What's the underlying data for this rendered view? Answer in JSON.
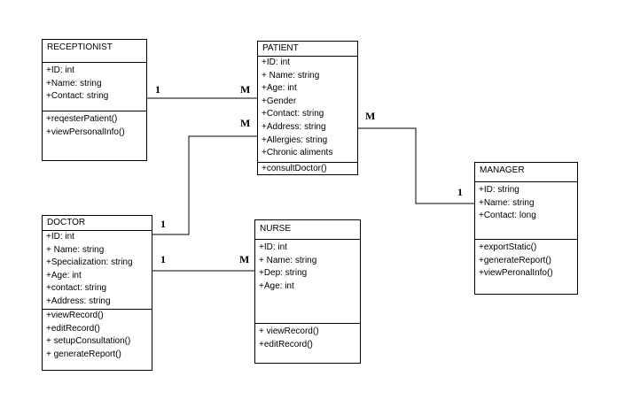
{
  "classes": {
    "receptionist": {
      "name": "RECEPTIONIST",
      "attributes": [
        "+ID: int",
        "+Name: string",
        "+Contact: string"
      ],
      "methods": [
        "+reqesterPatient()",
        "+viewPersonalInfo()"
      ]
    },
    "patient": {
      "name": "PATIENT",
      "attributes": [
        "+ID: int",
        "+ Name: string",
        "+Age: int",
        "+Gender",
        "+Contact: string",
        "+Address: string",
        "+Allergies: string",
        "+Chronic aliments"
      ],
      "methods": [
        "+consultDoctor()"
      ]
    },
    "manager": {
      "name": "MANAGER",
      "attributes": [
        "+ID: string",
        "+Name: string",
        "+Contact: long"
      ],
      "methods": [
        "+exportStatic()",
        "+generateReport()",
        "+viewPeronalInfo()"
      ]
    },
    "doctor": {
      "name": "DOCTOR",
      "attributes": [
        "+ID: int",
        "+ Name: string",
        "+Specialization: string",
        "+Age: int",
        "+contact: string",
        "+Address: string"
      ],
      "methods": [
        "+viewRecord()",
        "+editRecord()",
        "+ setupConsultation()",
        "+ generateReport()"
      ]
    },
    "nurse": {
      "name": "NURSE",
      "attributes": [
        "+ID: int",
        "+ Name: string",
        "+Dep: string",
        "+Age: int"
      ],
      "methods": [
        "+ viewRecord()",
        "+editRecord()"
      ]
    }
  },
  "associations": {
    "receptionist_patient": {
      "from_mult": "1",
      "to_mult": "M"
    },
    "doctor_patient": {
      "from_mult": "1",
      "to_mult": "M"
    },
    "patient_manager": {
      "from_mult": "M",
      "to_mult": "1"
    },
    "doctor_nurse": {
      "from_mult": "1",
      "to_mult": "M"
    }
  }
}
